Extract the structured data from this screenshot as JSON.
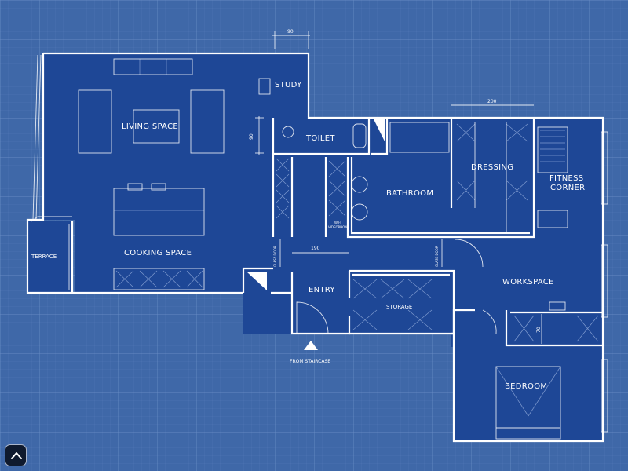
{
  "rooms": {
    "living": "LIVING SPACE",
    "study": "STUDY",
    "toilet": "TOILET",
    "bathroom": "BATHROOM",
    "dressing": "DRESSING",
    "fitness_line1": "FITNESS",
    "fitness_line2": "CORNER",
    "cooking": "COOKING SPACE",
    "terrace": "TERRACE",
    "entry": "ENTRY",
    "storage": "STORAGE",
    "workspace": "WORKSPACE",
    "bedroom": "BEDROOM"
  },
  "annotations": {
    "from_staircase": "FROM STAIRCASE",
    "glass_door_left": "GLASS DOOR",
    "glass_door_right": "GLASS DOOR",
    "videophone_line1": "WIFI",
    "videophone_line2": "VIDEOPHONE"
  },
  "dimensions": {
    "top": "90",
    "study_side": "90",
    "dressing_top": "200",
    "entry_width": "190",
    "workspace_side": "70"
  },
  "controls": {
    "scroll_up_icon": "chevron-up-icon"
  }
}
